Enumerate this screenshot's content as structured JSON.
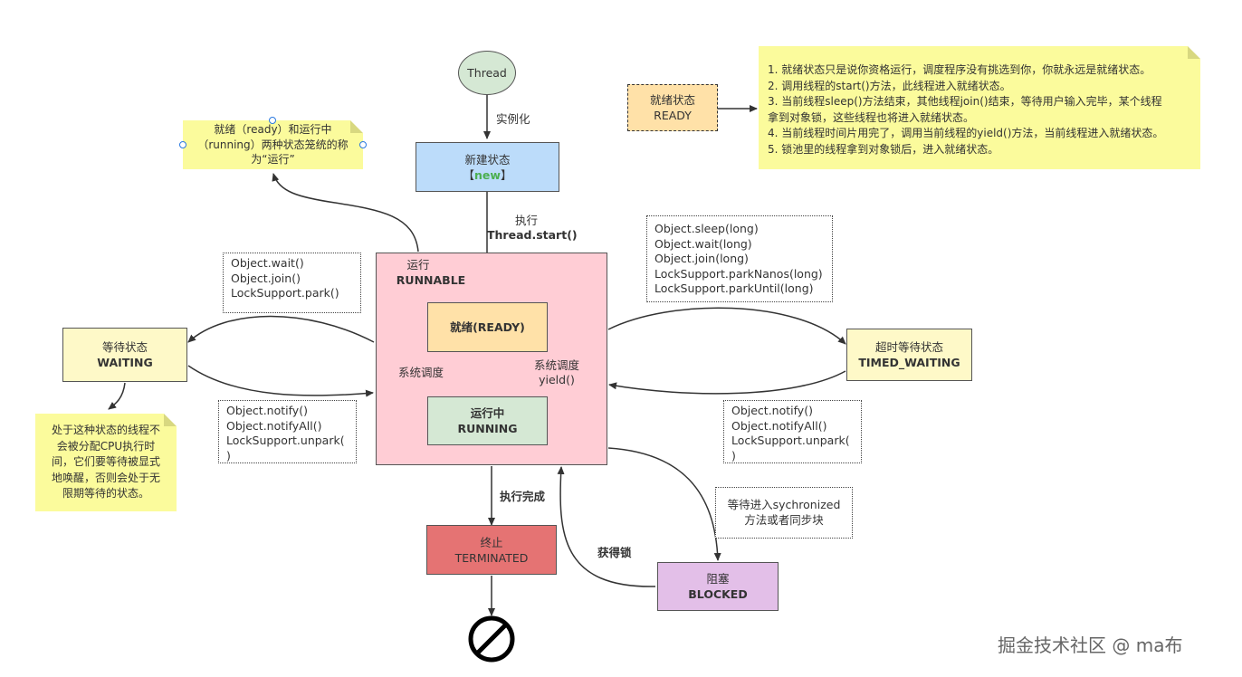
{
  "colors": {
    "start_fill": "#d5e8d4",
    "start_stroke": "#82b366",
    "new_fill": "#bcdcfa",
    "runnable_fill": "#ffcdd5",
    "ready_fill": "#ffe1a8",
    "running_fill": "#d5e8d4",
    "waiting_fill": "#fef9c8",
    "terminated_fill": "#e57373",
    "blocked_fill": "#e3bfe8",
    "note_fill": "#fbfb9c",
    "new_accent": "#4caf50"
  },
  "icons": {
    "end": "no-entry-symbol-icon"
  },
  "start": {
    "label": "Thread"
  },
  "edges": {
    "instantiate": "实例化",
    "exec_line1": "执行",
    "exec_line2": "Thread.start()",
    "sched_left": "系统调度",
    "sched_right_line1": "系统调度",
    "sched_right_line2": "yield()",
    "finished": "执行完成",
    "acquire_lock": "获得锁"
  },
  "states": {
    "new": {
      "line1": "新建状态",
      "line2_prefix": "【",
      "line2_keyword": "new",
      "line2_suffix": "】"
    },
    "runnable": {
      "line1": "运行",
      "line2": "RUNNABLE"
    },
    "ready": {
      "label": "就绪(READY)"
    },
    "running": {
      "line1": "运行中",
      "line2": "RUNNING"
    },
    "waiting": {
      "line1": "等待状态",
      "line2": "WAITING"
    },
    "timed_waiting": {
      "line1": "超时等待状态",
      "line2": "TIMED_WAITING"
    },
    "terminated": {
      "line1": "终止",
      "line2": "TERMINATED"
    },
    "blocked": {
      "line1": "阻塞",
      "line2": "BLOCKED"
    }
  },
  "legend_ready": {
    "line1": "就绪状态",
    "line2": "READY"
  },
  "method_boxes": {
    "to_waiting": [
      "Object.wait()",
      "Object.join()",
      "LockSupport.park()"
    ],
    "from_waiting": [
      "Object.notify()",
      "Object.notifyAll()",
      "LockSupport.unpark(",
      ")"
    ],
    "to_timed": [
      "Object.sleep(long)",
      "Object.wait(long)",
      "Object.join(long)",
      "LockSupport.parkNanos(long)",
      "LockSupport.parkUntil(long)"
    ],
    "from_timed": [
      "Object.notify()",
      "Object.notifyAll()",
      "LockSupport.unpark(",
      ")"
    ],
    "blocked_reason": [
      "等待进入sychronized",
      "方法或者同步块"
    ]
  },
  "notes": {
    "ready_info": [
      "1. 就绪状态只是说你资格运行，调度程序没有挑选到你，你就永远是就绪状态。",
      "2. 调用线程的start()方法，此线程进入就绪状态。",
      "3. 当前线程sleep()方法结束，其他线程join()结束，等待用户输入完毕，某个线程",
      "拿到对象锁，这些线程也将进入就绪状态。",
      "4. 当前线程时间片用完了，调用当前线程的yield()方法，当前线程进入就绪状态。",
      "5. 锁池里的线程拿到对象锁后，进入就绪状态。"
    ],
    "runnable_info": [
      "就绪（ready）和运行中",
      "（running）两种状态笼统的称",
      "为“运行”"
    ],
    "waiting_info": [
      "处于这种状态的线程不",
      "会被分配CPU执行时",
      "间，它们要等待被显式",
      "地唤醒，否则会处于无",
      "限期等待的状态。"
    ]
  },
  "watermark": "掘金技术社区 @ ma布"
}
